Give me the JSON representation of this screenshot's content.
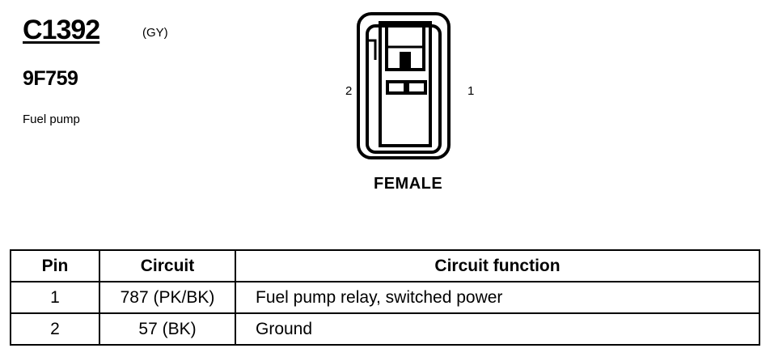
{
  "connector": {
    "id": "C1392",
    "color": "(GY)",
    "part_number": "9F759",
    "description": "Fuel pump",
    "gender": "FEMALE",
    "pin_left": "2",
    "pin_right": "1"
  },
  "table": {
    "headers": {
      "pin": "Pin",
      "circuit": "Circuit",
      "function": "Circuit function"
    },
    "rows": [
      {
        "pin": "1",
        "circuit": "787 (PK/BK)",
        "function": "Fuel pump relay, switched power"
      },
      {
        "pin": "2",
        "circuit": "57 (BK)",
        "function": "Ground"
      }
    ]
  }
}
